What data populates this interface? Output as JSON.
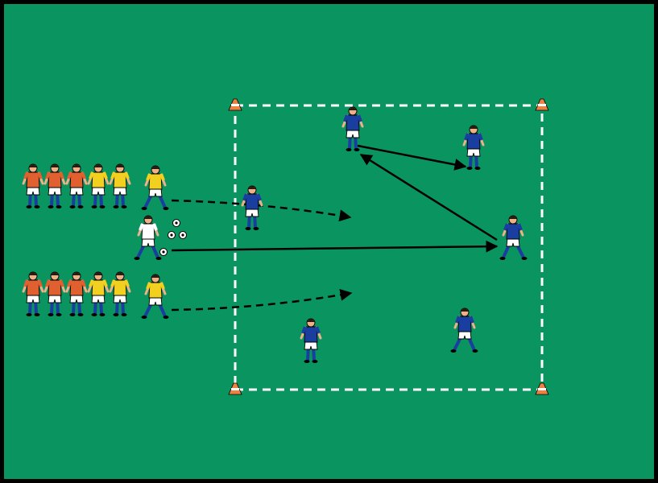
{
  "colors": {
    "frame": "#000000",
    "pitch": "#0a9460",
    "boundary": "#ffffff",
    "arrow": "#000000",
    "cone": "#f08040",
    "cone_stripe": "#ffffff",
    "blue_shirt": "#1a3ea0",
    "blue_shirt_dark": "#0f2670",
    "yellow_shirt": "#f2d020",
    "orange_shirt": "#e06030",
    "white_shorts": "#ffffff",
    "socks": "#1a3ea0",
    "skin": "#f0b088",
    "hair": "#2a1a10",
    "ball": "#ffffff"
  },
  "legend": {
    "players_in_area": "blue-team",
    "queue_players": "orange-yellow-team",
    "solid_arrow": "pass",
    "dashed_arrow": "run"
  },
  "icons": [
    "cone-icon",
    "player-icon",
    "ball-icon",
    "arrow-solid-icon",
    "arrow-dashed-icon"
  ]
}
